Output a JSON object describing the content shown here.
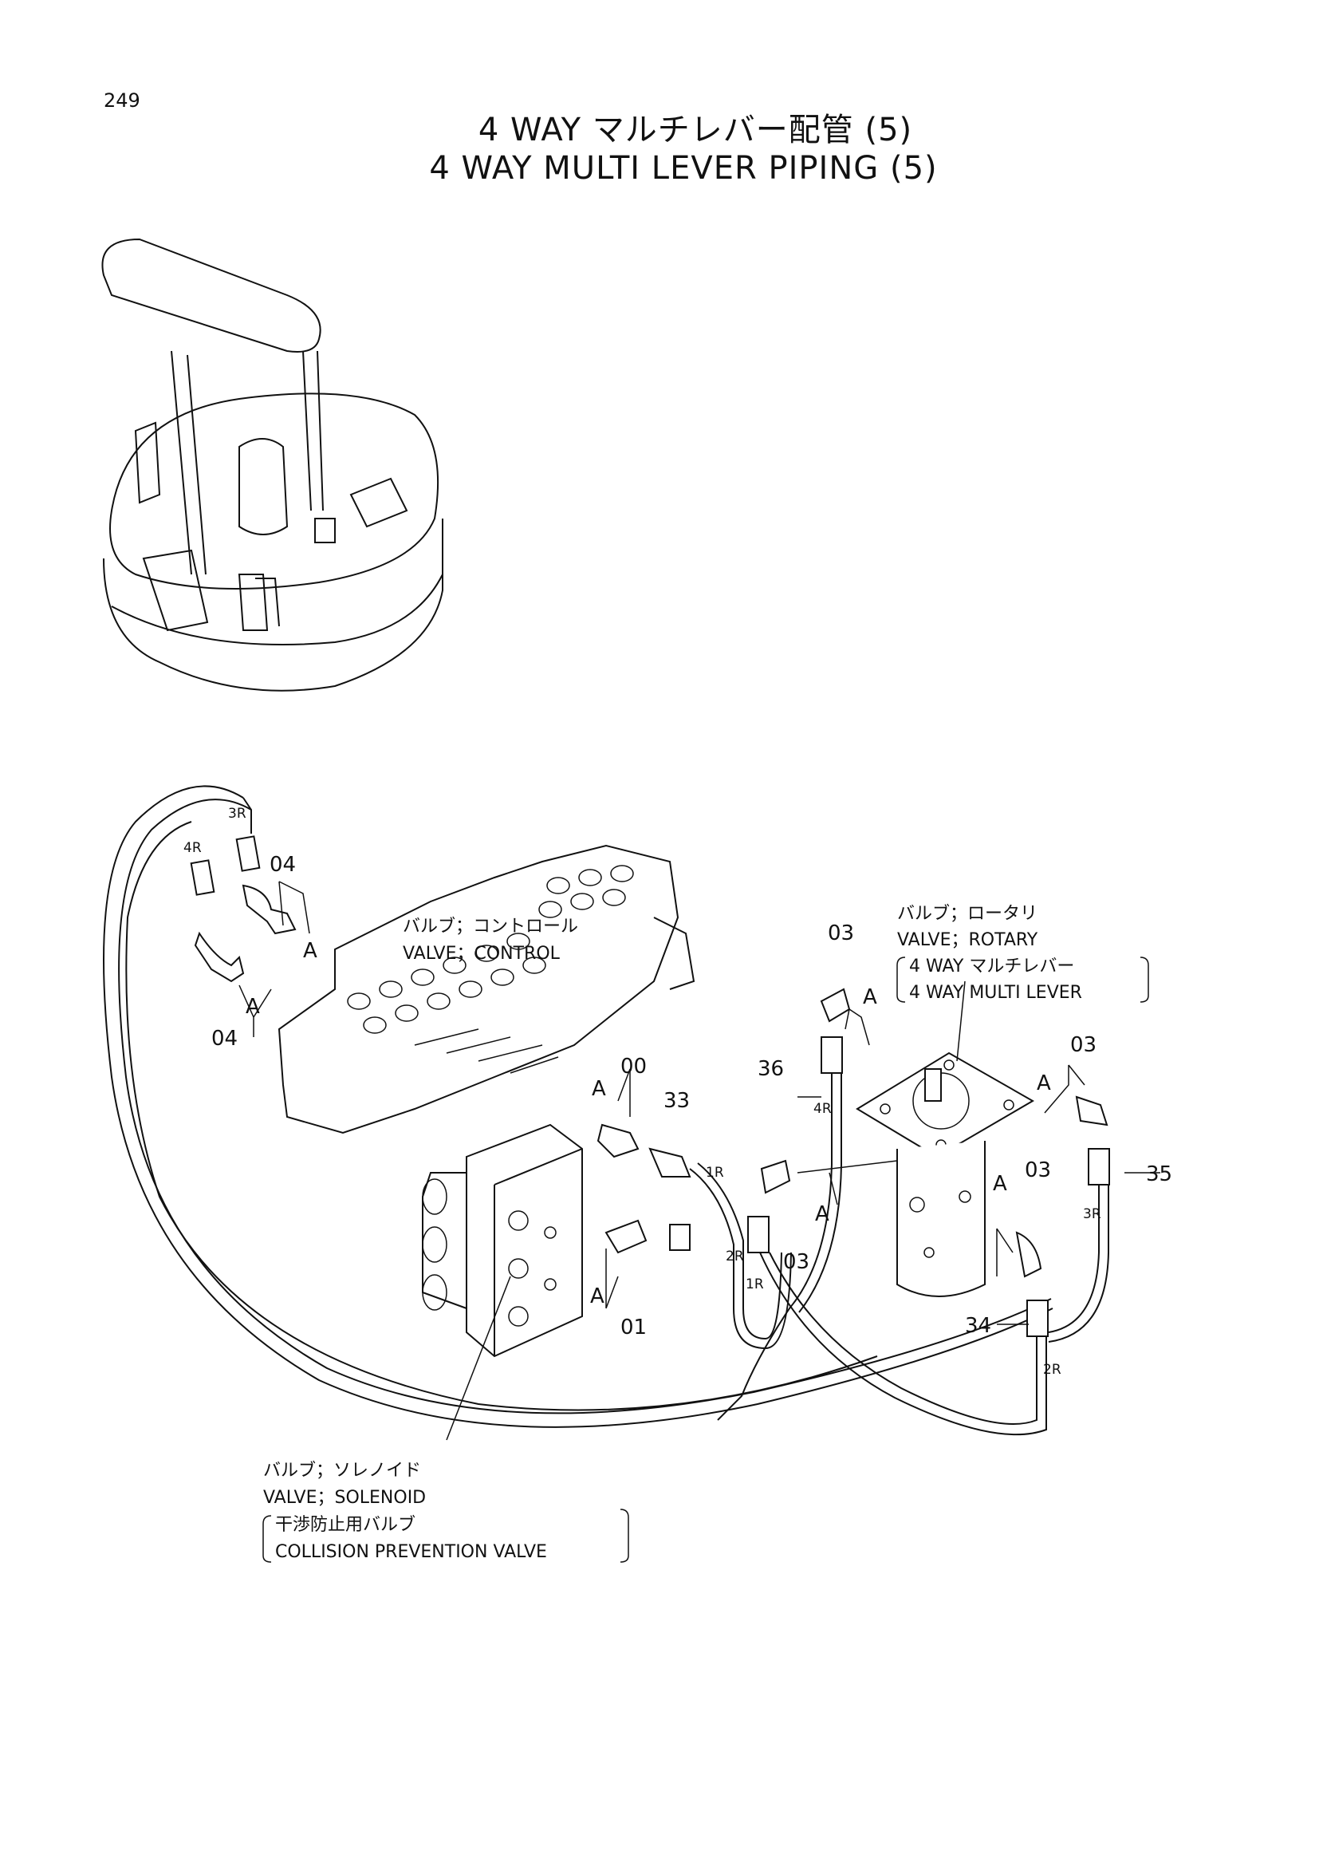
{
  "page_number": "249",
  "title_jp": "4 WAY マルチレバー配管 (5)",
  "title_en": "4 WAY MULTI LEVER PIPING (5)",
  "callouts": {
    "c04_top": "04",
    "c04_bottom": "04",
    "c00": "00",
    "c33": "33",
    "c01": "01",
    "c03_left": "03",
    "c03_mid": "03",
    "c03_right_top": "03",
    "c03_right_mid": "03",
    "c36": "36",
    "c35": "35",
    "c34": "34"
  },
  "markers": {
    "a1": "A",
    "a2": "A",
    "a3": "A",
    "a4": "A",
    "a5": "A",
    "a6": "A",
    "a7": "A",
    "a8": "A"
  },
  "hose_tags": {
    "h3r_left": "3R",
    "h4r_left": "4R",
    "h1r_a": "1R",
    "h2r": "2R",
    "h1r_b": "1R",
    "h4r_right": "4R",
    "h3r_right": "3R",
    "h2r_bottom": "2R"
  },
  "labels": {
    "control_valve_jp": "バルブ；コントロール",
    "control_valve_en": "VALVE；CONTROL",
    "rotary_valve_jp": "バルブ；ロータリ",
    "rotary_valve_en": "VALVE；ROTARY",
    "rotary_sub_jp": "4 WAY マルチレバー",
    "rotary_sub_en": "4 WAY MULTI LEVER",
    "solenoid_valve_jp": "バルブ；ソレノイド",
    "solenoid_valve_en": "VALVE；SOLENOID",
    "solenoid_sub_jp": "干渉防止用バルブ",
    "solenoid_sub_en": "COLLISION PREVENTION VALVE"
  }
}
